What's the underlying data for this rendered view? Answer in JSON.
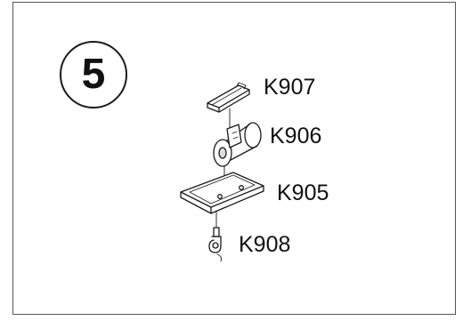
{
  "step": {
    "number": "5"
  },
  "parts": [
    {
      "code": "K907",
      "icon": "top-clip-icon"
    },
    {
      "code": "K906",
      "icon": "cylinder-bracket-icon"
    },
    {
      "code": "K905",
      "icon": "base-plate-icon"
    },
    {
      "code": "K908",
      "icon": "hook-glider-icon"
    }
  ]
}
